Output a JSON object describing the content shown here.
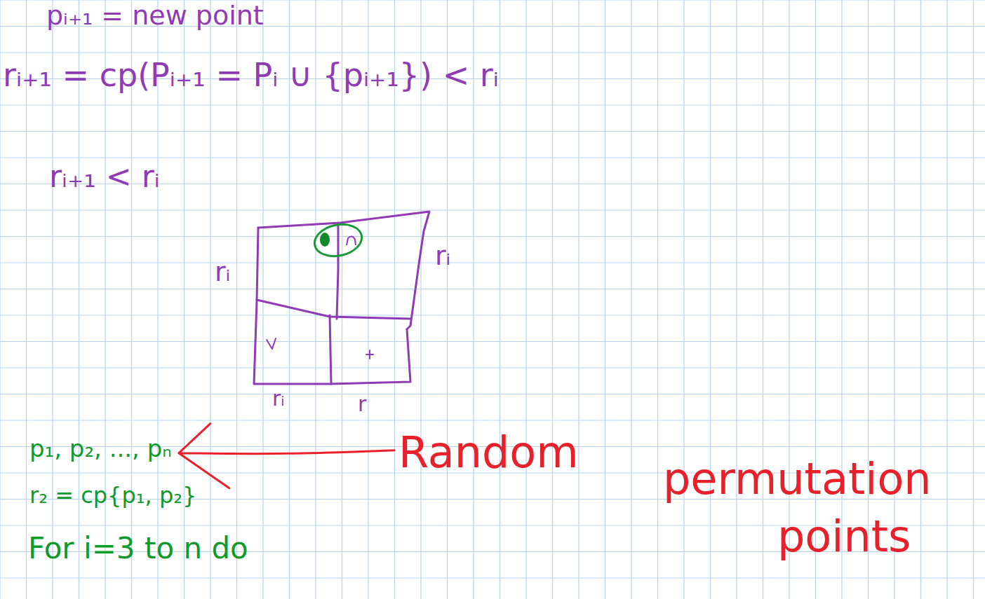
{
  "diagram": {
    "labels": [
      "pᵢ₊₁ = new point",
      "rᵢ₊₁ = cp(Pᵢ₊₁ = Pᵢ ∪ {pᵢ₊₁}) < rᵢ",
      "rᵢ₊₁ < rᵢ",
      "rᵢ",
      "rᵢ",
      "rᵢ",
      "r",
      "p₁, p₂, ..., pₙ",
      "r₂ = cp{p₁, p₂}",
      "For i=3 to n do",
      "Random",
      "permutation",
      "points"
    ]
  }
}
